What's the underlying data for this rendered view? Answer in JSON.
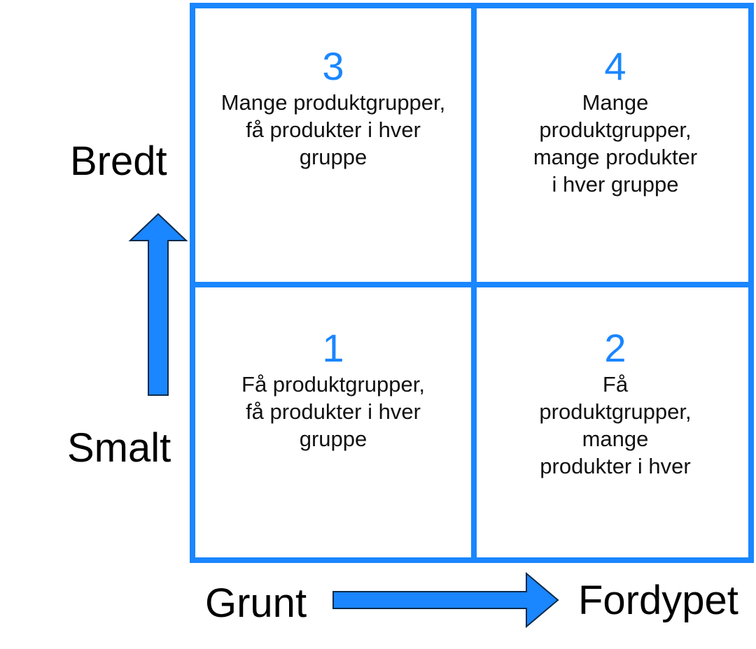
{
  "axis": {
    "y_top": "Bredt",
    "y_bottom": "Smalt",
    "x_left": "Grunt",
    "x_right": "Fordypet"
  },
  "quadrants": {
    "q3": {
      "number": "3",
      "text": "Mange produktgrupper,\nfå produkter i hver\ngruppe"
    },
    "q4": {
      "number": "4",
      "text": "Mange\nproduktgrupper,\nmange produkter\ni hver gruppe"
    },
    "q1": {
      "number": "1",
      "text": "Få produktgrupper,\nfå produkter i hver\ngruppe"
    },
    "q2": {
      "number": "2",
      "text": "Få\nproduktgrupper,\nmange\nprodukter i hver"
    }
  },
  "colors": {
    "accent": "#1a86ff",
    "arrow_fill": "#1a86ff",
    "arrow_stroke": "#0d2a4a"
  }
}
